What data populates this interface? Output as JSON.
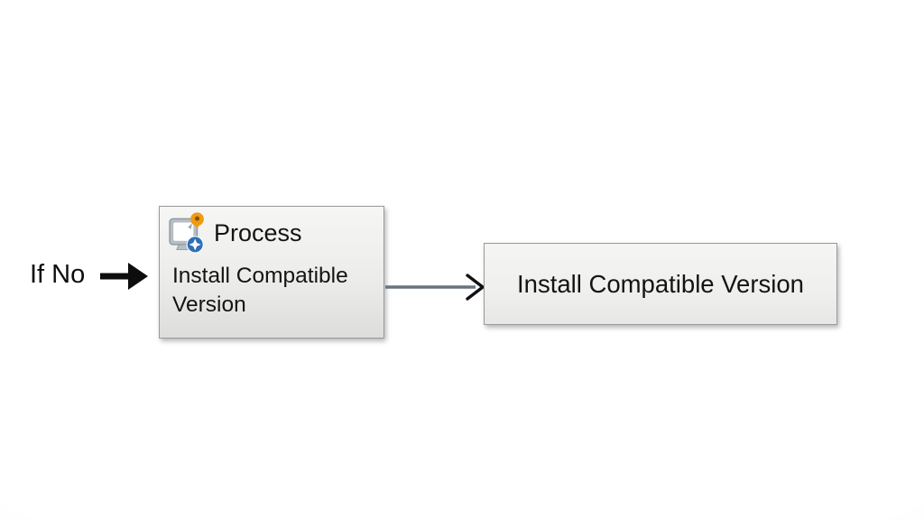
{
  "diagram": {
    "condition_label": "If No",
    "process_node": {
      "title": "Process",
      "body": "Install Compatible Version",
      "icon": "process-window-icon"
    },
    "result_node": {
      "label": "Install Compatible Version"
    },
    "connector": {
      "style": "straight-line-open-arrowhead",
      "from": "process_node",
      "to": "result_node"
    },
    "colors": {
      "node_border": "#999a98",
      "node_fill_top": "#f6f6f5",
      "node_fill_bottom": "#dddddb",
      "text": "#141414",
      "connector_line": "#68737d",
      "arrowhead": "#111111",
      "icon_monitor_gray": "#b7bec4",
      "icon_badge_orange": "#f09a10",
      "icon_badge_blue": "#2e6fb7"
    }
  }
}
